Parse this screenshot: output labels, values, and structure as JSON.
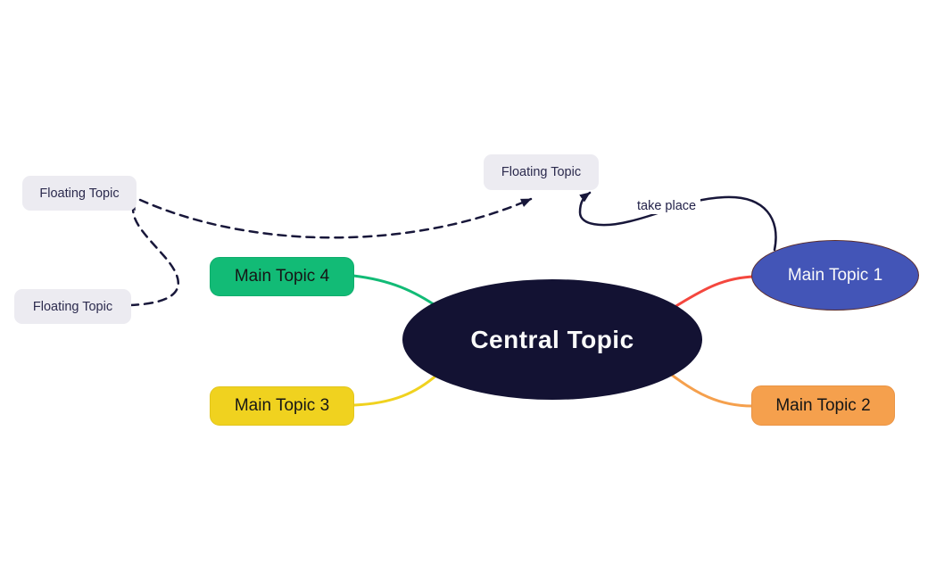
{
  "canvas": {
    "background": "#ffffff"
  },
  "mindmap": {
    "central_topic": {
      "label": "Central Topic",
      "fill": "#131233",
      "text_color": "#fafafa"
    },
    "main_topics": [
      {
        "label": "Main Topic 1",
        "shape": "ellipse",
        "fill": "#4355b7",
        "border": "#5b2d2d",
        "branch_color": "#f4473e",
        "text_color": "#fafafa"
      },
      {
        "label": "Main Topic 2",
        "shape": "rounded-rect",
        "fill": "#f5a04d",
        "border": "#ea9445",
        "branch_color": "#f5a04d",
        "text_color": "#161616"
      },
      {
        "label": "Main Topic 3",
        "shape": "rounded-rect",
        "fill": "#f0d21f",
        "border": "#e2c51c",
        "branch_color": "#f0d21f",
        "text_color": "#161616"
      },
      {
        "label": "Main Topic 4",
        "shape": "rounded-rect",
        "fill": "#12bb76",
        "border": "#0fad6c",
        "branch_color": "#12bb76",
        "text_color": "#161616"
      }
    ],
    "floating_topics": [
      {
        "id": "floating-center",
        "label": "Floating Topic"
      },
      {
        "id": "floating-left-upper",
        "label": "Floating Topic"
      },
      {
        "id": "floating-left-lower",
        "label": "Floating Topic"
      }
    ],
    "relationship": {
      "label": "take place",
      "line_color": "#18173a"
    },
    "floating_style": {
      "fill": "#ecebf1",
      "text_color": "#2c2b4e"
    },
    "dashed_line_color": "#18173a"
  }
}
